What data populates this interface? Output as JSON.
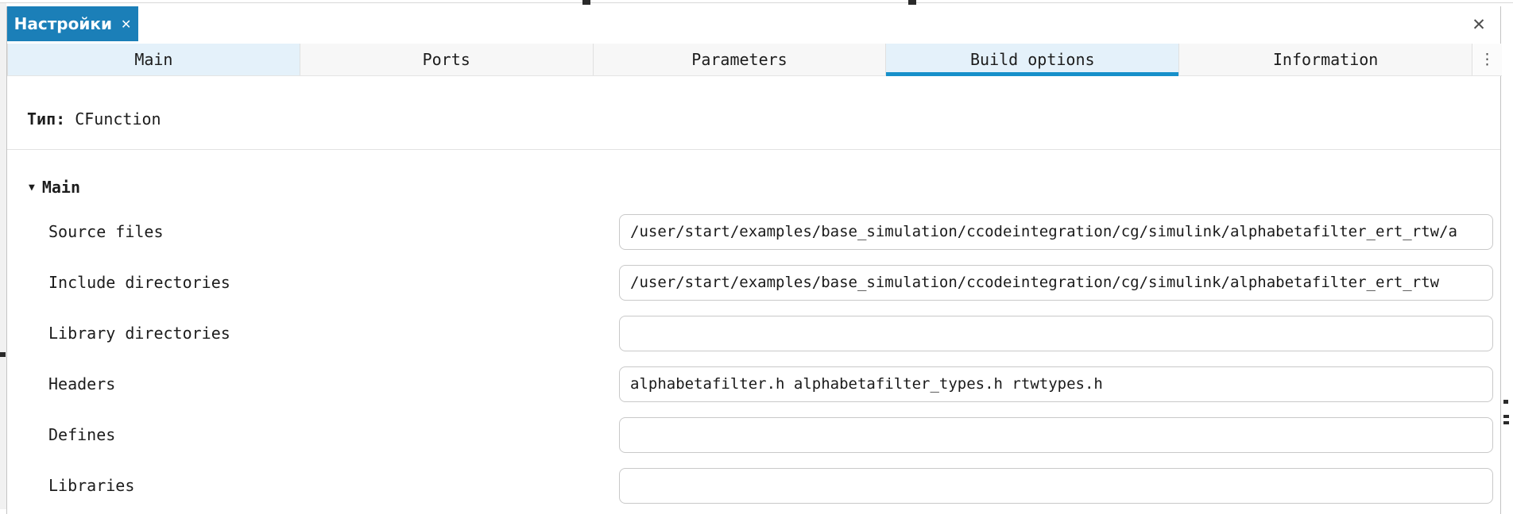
{
  "colors": {
    "title_tab_bg": "#1b7fb8",
    "active_tab_underline": "#1790ca",
    "active_tab_bg": "#e4f1fa"
  },
  "icons": {
    "close": "✕",
    "kebab": "⋮",
    "section_collapse": "▼"
  },
  "window": {
    "title_tab": {
      "label": "Настройки"
    }
  },
  "tabs": [
    {
      "label": "Main"
    },
    {
      "label": "Ports"
    },
    {
      "label": "Parameters"
    },
    {
      "label": "Build options"
    },
    {
      "label": "Information"
    }
  ],
  "type_row": {
    "label": "Тип:",
    "value": "CFunction"
  },
  "section": {
    "title": "Main"
  },
  "fields": [
    {
      "label": "Source files",
      "value": "/user/start/examples/base_simulation/ccodeintegration/cg/simulink/alphabetafilter_ert_rtw/a"
    },
    {
      "label": "Include directories",
      "value": "/user/start/examples/base_simulation/ccodeintegration/cg/simulink/alphabetafilter_ert_rtw"
    },
    {
      "label": "Library directories",
      "value": ""
    },
    {
      "label": "Headers",
      "value": "alphabetafilter.h alphabetafilter_types.h rtwtypes.h"
    },
    {
      "label": "Defines",
      "value": ""
    },
    {
      "label": "Libraries",
      "value": ""
    }
  ]
}
